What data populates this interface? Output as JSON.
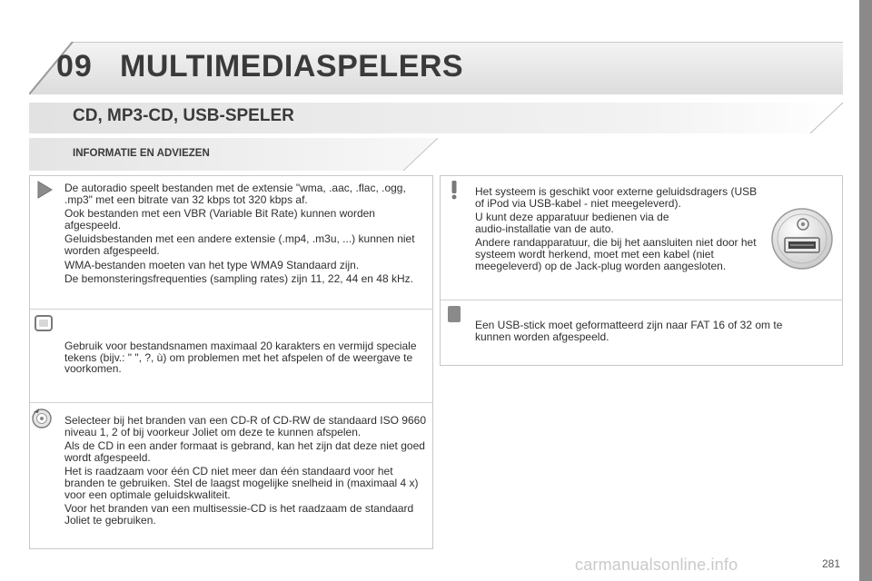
{
  "header": {
    "chapter_number": "09",
    "chapter_title": "MULTIMEDIASPELERS",
    "section_title": "CD, MP3-CD, USB-SPELER",
    "info_title": "INFORMATIE EN ADVIEZEN"
  },
  "left_notes": [
    {
      "icon": "play-note-icon",
      "paragraphs": [
        "De autoradio speelt bestanden met de extensie \"wma, .aac, .flac, .ogg, .mp3\" met een bitrate van 32 kbps tot 320 kbps af.",
        "Ook bestanden met een VBR (Variable Bit Rate) kunnen worden afgespeeld.",
        "Geluidsbestanden met een andere extensie (.mp4, .m3u, ...) kunnen niet worden afgespeeld.",
        "WMA-bestanden moeten van het type WMA9 Standaard zijn.",
        "De bemonsteringsfrequenties (sampling rates) zijn 11, 22, 44 en 48 kHz."
      ]
    },
    {
      "icon": "square-note-icon",
      "paragraphs": [
        "Gebruik voor bestandsnamen maximaal 20 karakters en vermijd speciale tekens (bijv.: \" \", ?, ù) om problemen met het afspelen of de weergave te voorkomen."
      ]
    },
    {
      "icon": "cd-note-icon",
      "paragraphs": [
        "Selecteer bij het branden van een CD-R of CD-RW de standaard ISO 9660 niveau 1, 2 of bij voorkeur Joliet om deze te kunnen afspelen.",
        "Als de CD in een ander formaat is gebrand, kan het zijn dat deze niet goed wordt afgespeeld.",
        "Het is raadzaam voor één CD niet meer dan één standaard voor het branden te gebruiken. Stel de laagst mogelijke snelheid in (maximaal 4 x) voor een optimale geluidskwaliteit.",
        "Voor het branden van een multisessie-CD is het raadzaam de standaard Joliet te gebruiken."
      ]
    }
  ],
  "right_notes": [
    {
      "icon": "warning-exclamation-icon",
      "paragraphs": [
        "Het systeem is geschikt voor externe geluidsdragers (USB of iPod via USB-kabel - niet meegeleverd).",
        "U kunt deze apparatuur bedienen via de audio-installatie van de auto.",
        "Andere randapparatuur, die bij het aansluiten niet door het systeem wordt herkend, moet met een kabel (niet meegeleverd) op de Jack-plug worden aangesloten."
      ]
    },
    {
      "icon": "filled-square-note-icon",
      "paragraphs": [
        "Een USB-stick moet geformatteerd zijn naar FAT 16 of 32 om te kunnen worden afgespeeld."
      ]
    }
  ],
  "page_number": "281",
  "watermark": "carmanualsonline.info"
}
